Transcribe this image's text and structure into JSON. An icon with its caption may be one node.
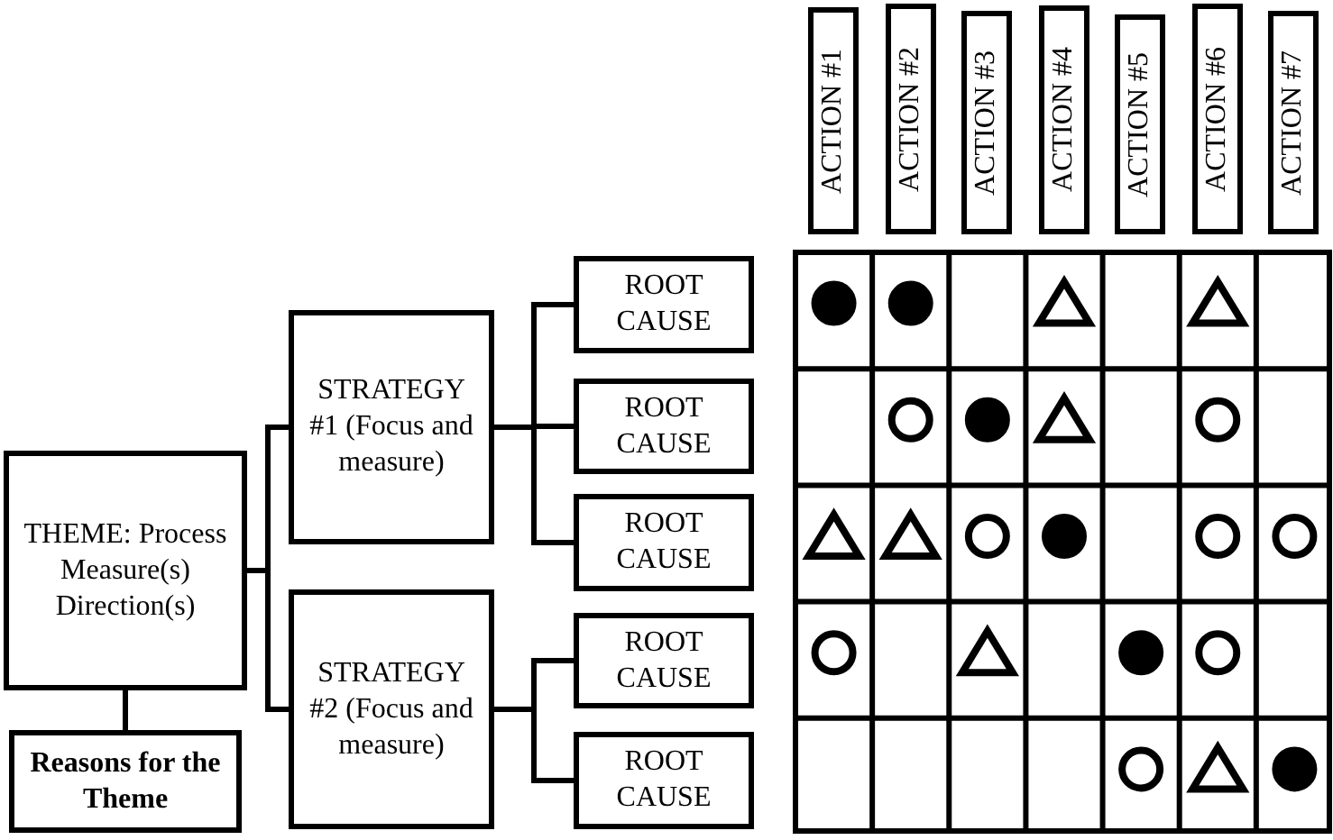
{
  "diagram": {
    "nodes": [
      {
        "text": [
          "THEME: Process Measure(s) Direction(s)"
        ]
      },
      {
        "text": [
          "Reasons for the Theme"
        ]
      },
      {
        "text": [
          "STRATEGY #1 (Focus and measure)"
        ]
      },
      {
        "text": [
          "STRATEGY #2 (Focus and measure)"
        ]
      },
      {
        "text": [
          "ROOT CAUSE"
        ]
      },
      {
        "text": [
          "ROOT CAUSE"
        ]
      },
      {
        "text": [
          "ROOT CAUSE"
        ]
      },
      {
        "text": [
          "ROOT CAUSE"
        ]
      },
      {
        "text": [
          "ROOT CAUSE"
        ]
      },
      {
        "text": [
          "ACTION #1"
        ]
      },
      {
        "text": [
          "ACTION #2"
        ]
      },
      {
        "text": [
          "ACTION #3"
        ]
      },
      {
        "text": [
          "ACTION #4"
        ]
      },
      {
        "text": [
          "ACTION #5"
        ]
      },
      {
        "text": [
          "ACTION #6"
        ]
      },
      {
        "text": [
          "ACTION #7"
        ]
      },
      {
        "text": [],
        "shape": "dot"
      },
      {
        "text": [],
        "shape": "dot"
      },
      {
        "text": [],
        "shape": "triangle"
      },
      {
        "text": [],
        "shape": "triangle"
      },
      {
        "text": [],
        "shape": "circle"
      },
      {
        "text": [],
        "shape": "dot"
      },
      {
        "text": [],
        "shape": "triangle"
      },
      {
        "text": [],
        "shape": "circle"
      },
      {
        "text": [],
        "shape": "triangle"
      },
      {
        "text": [],
        "shape": "triangle"
      },
      {
        "text": [],
        "shape": "circle"
      },
      {
        "text": [],
        "shape": "dot"
      },
      {
        "text": [],
        "shape": "circle"
      },
      {
        "text": [],
        "shape": "circle"
      },
      {
        "text": [],
        "shape": "circle"
      },
      {
        "text": [],
        "shape": "triangle"
      },
      {
        "text": [],
        "shape": "dot"
      },
      {
        "text": [],
        "shape": "circle"
      },
      {
        "text": [],
        "shape": "circle"
      },
      {
        "text": [],
        "shape": "triangle"
      },
      {
        "text": [],
        "shape": "dot"
      }
    ],
    "edges": [
      {
        "from": 0,
        "to": 1,
        "arrow": "none"
      },
      {
        "from": 0,
        "to": 2,
        "arrow": "none"
      },
      {
        "from": 0,
        "to": 3,
        "arrow": "none"
      },
      {
        "from": 2,
        "to": 4,
        "arrow": "none"
      },
      {
        "from": 2,
        "to": 5,
        "arrow": "none"
      },
      {
        "from": 2,
        "to": 6,
        "arrow": "none"
      },
      {
        "from": 3,
        "to": 7,
        "arrow": "none"
      },
      {
        "from": 3,
        "to": 8,
        "arrow": "none"
      }
    ]
  }
}
